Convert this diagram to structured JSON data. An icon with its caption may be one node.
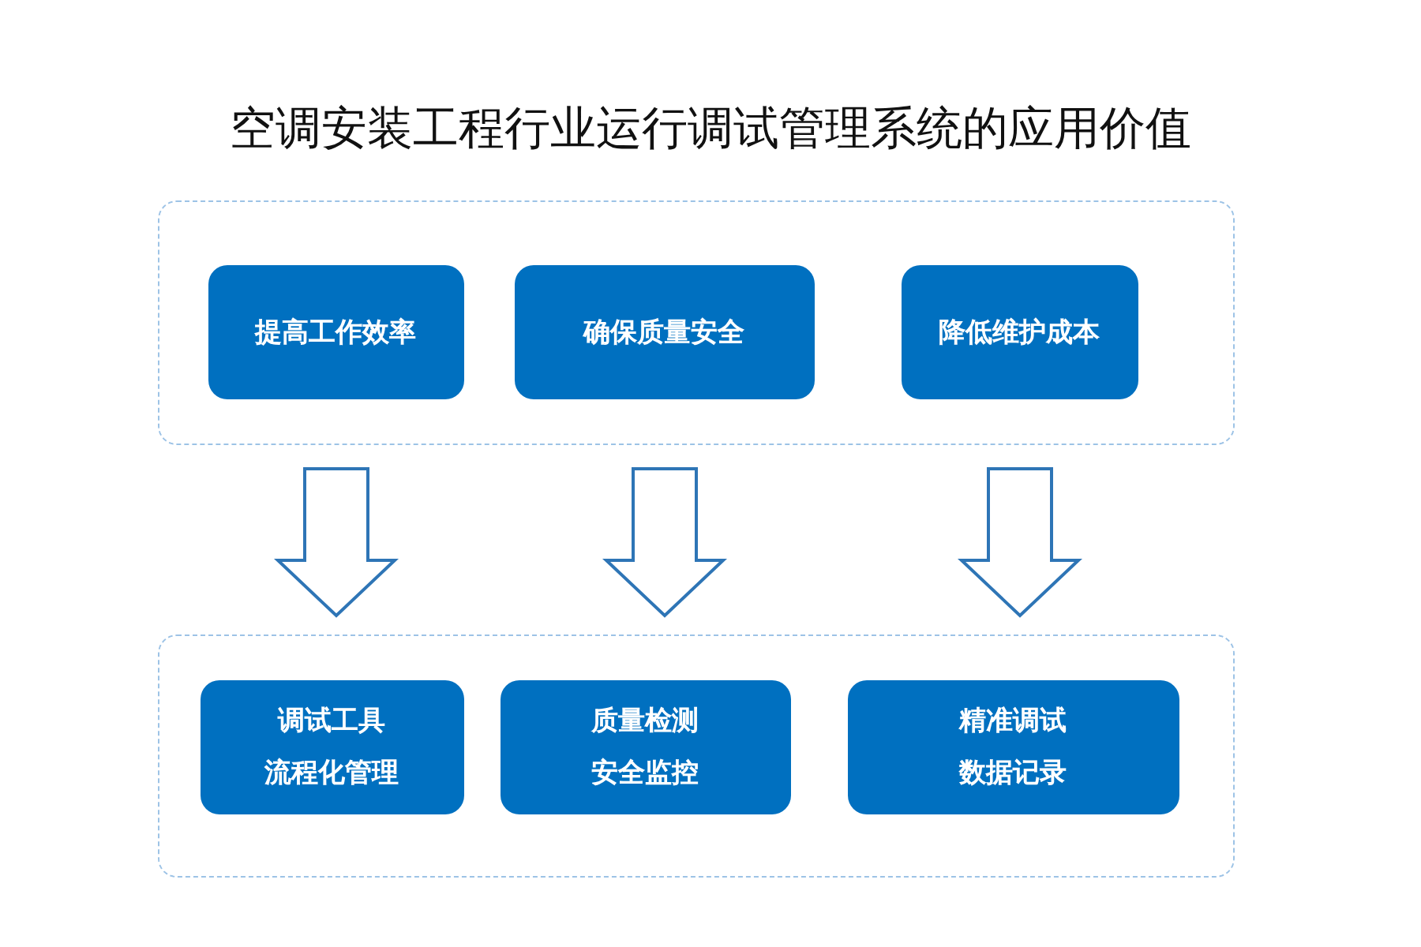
{
  "diagram": {
    "title": "空调安装工程行业运行调试管理系统的应用价值",
    "nodes": [
      {
        "text": [],
        "shape": "box"
      },
      {
        "text": [
          "提高工作效率"
        ],
        "in": 0
      },
      {
        "text": [
          "确保质量安全"
        ],
        "in": 0
      },
      {
        "text": [
          "降低维护成本"
        ],
        "in": 0
      },
      {
        "text": [],
        "shape": "box"
      },
      {
        "text": [
          "调试工具",
          "流程化管理"
        ],
        "in": 4
      },
      {
        "text": [
          "质量检测",
          "安全监控"
        ],
        "in": 4
      },
      {
        "text": [
          "精准调试",
          "数据记录"
        ],
        "in": 4
      }
    ],
    "edges": [
      {
        "from": 1,
        "to": 5,
        "arrow": "to"
      },
      {
        "from": 2,
        "to": 6,
        "arrow": "to"
      },
      {
        "from": 3,
        "to": 7,
        "arrow": "to"
      }
    ]
  }
}
